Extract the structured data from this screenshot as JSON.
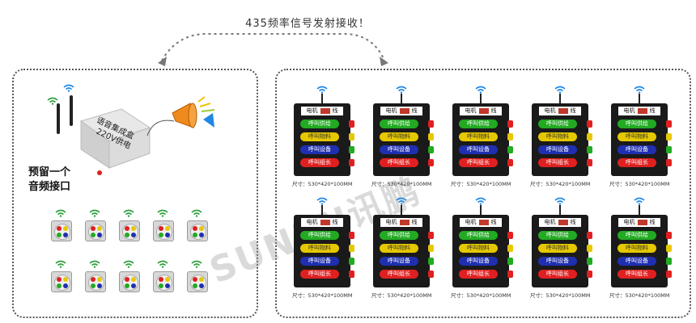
{
  "title": "435频率信号发射接收！",
  "left": {
    "box_label_1": "语音集成盒",
    "box_label_2": "220V供电",
    "note_1": "预留一个",
    "note_2": "音频接口"
  },
  "watermark": "SUNPN讯鹏",
  "device": {
    "header_left": "电机",
    "header_right": "线",
    "buttons": [
      "呼叫供给",
      "呼叫物料",
      "呼叫设备",
      "呼叫组长"
    ],
    "button_colors": [
      "#22aa22",
      "#e6c800",
      "#1f2fb0",
      "#e02020"
    ],
    "lamp_colors": [
      "#e02020",
      "#e6c800",
      "#22aa22",
      "#e02020"
    ],
    "size_label": "尺寸：530*420*100MM"
  },
  "colors": {
    "panel_border": "#555555",
    "wifi": "#1e88e5"
  }
}
